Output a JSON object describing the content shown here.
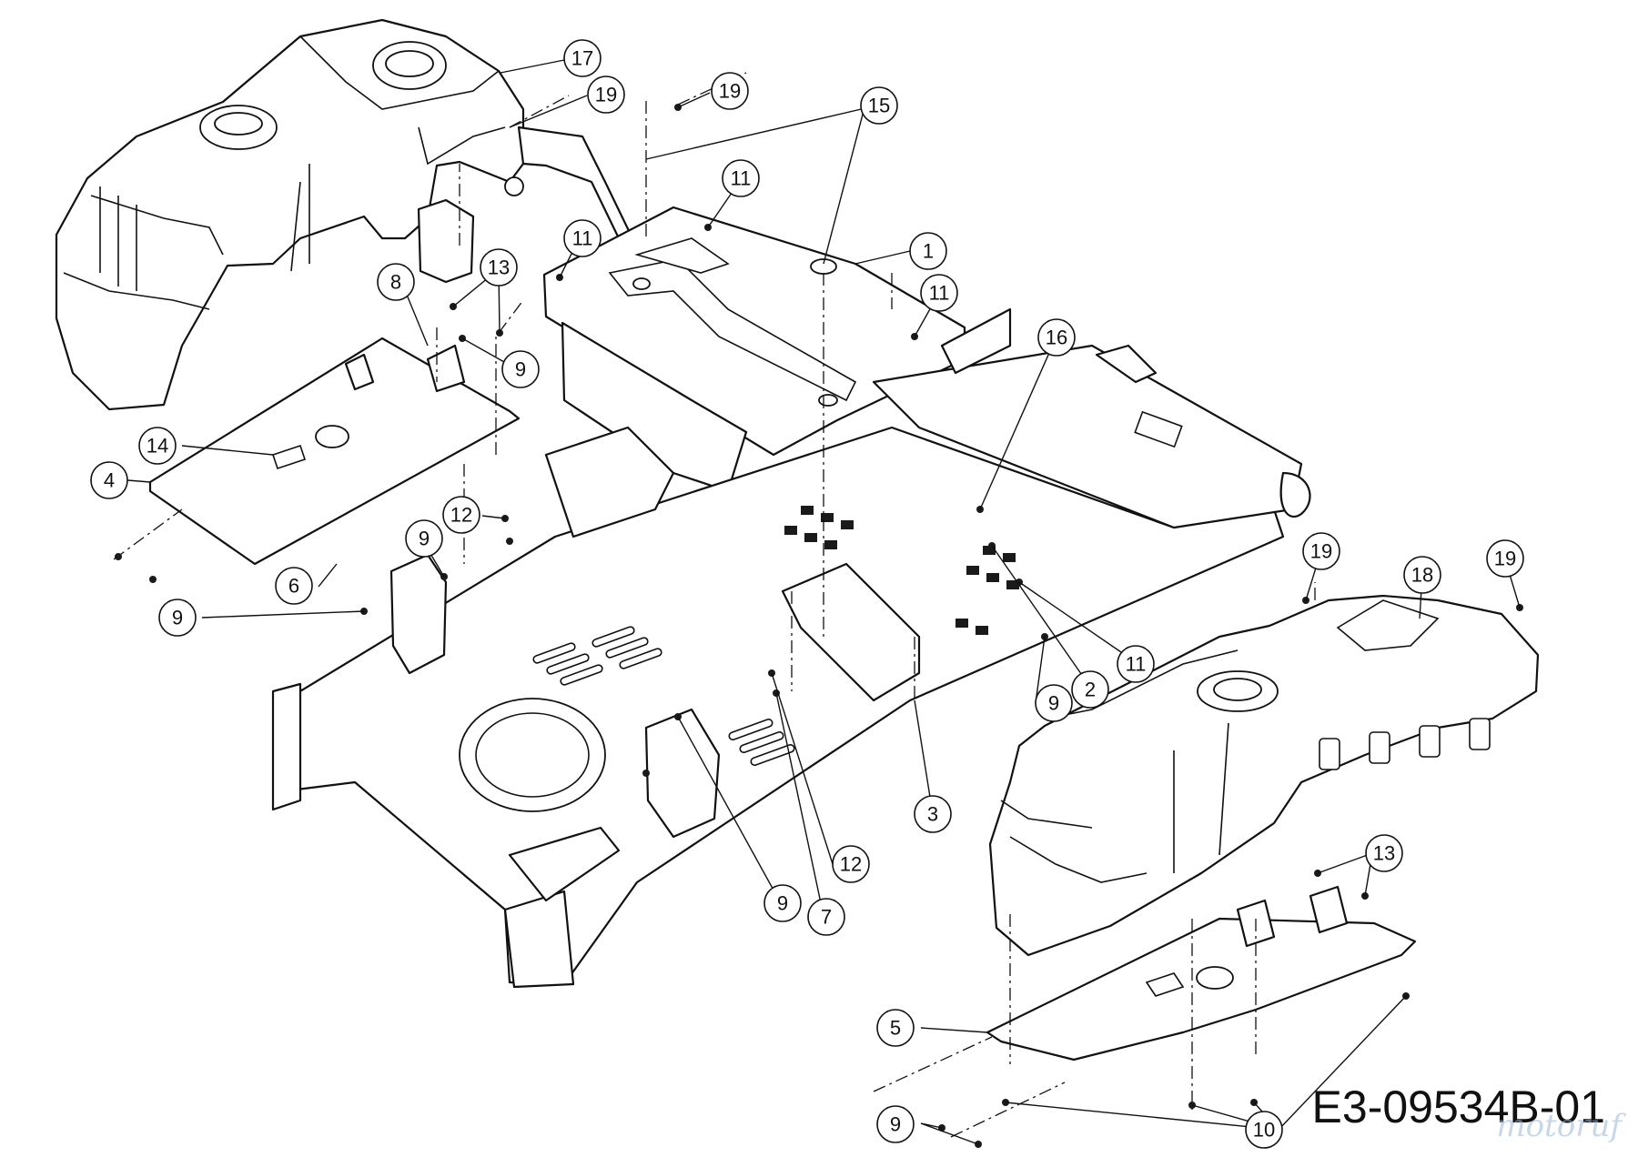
{
  "drawing_code": "E3-09534B-01",
  "watermark": "motoruf",
  "callouts": [
    {
      "id": "c17",
      "label": "17"
    },
    {
      "id": "c19a",
      "label": "19"
    },
    {
      "id": "c19b",
      "label": "19"
    },
    {
      "id": "c15",
      "label": "15"
    },
    {
      "id": "c11a",
      "label": "11"
    },
    {
      "id": "c11b",
      "label": "11"
    },
    {
      "id": "c1",
      "label": "1"
    },
    {
      "id": "c11c",
      "label": "11"
    },
    {
      "id": "c13a",
      "label": "13"
    },
    {
      "id": "c8",
      "label": "8"
    },
    {
      "id": "c9a",
      "label": "9"
    },
    {
      "id": "c16",
      "label": "16"
    },
    {
      "id": "c14",
      "label": "14"
    },
    {
      "id": "c4",
      "label": "4"
    },
    {
      "id": "c12a",
      "label": "12"
    },
    {
      "id": "c9b",
      "label": "9"
    },
    {
      "id": "c6",
      "label": "6"
    },
    {
      "id": "c9c",
      "label": "9"
    },
    {
      "id": "c19c",
      "label": "19"
    },
    {
      "id": "c18",
      "label": "18"
    },
    {
      "id": "c19d",
      "label": "19"
    },
    {
      "id": "c11d",
      "label": "11"
    },
    {
      "id": "c2",
      "label": "2"
    },
    {
      "id": "c9d",
      "label": "9"
    },
    {
      "id": "c3",
      "label": "3"
    },
    {
      "id": "c12b",
      "label": "12"
    },
    {
      "id": "c9e",
      "label": "9"
    },
    {
      "id": "c7",
      "label": "7"
    },
    {
      "id": "c13b",
      "label": "13"
    },
    {
      "id": "c5",
      "label": "5"
    },
    {
      "id": "c9f",
      "label": "9"
    },
    {
      "id": "c10",
      "label": "10"
    }
  ]
}
